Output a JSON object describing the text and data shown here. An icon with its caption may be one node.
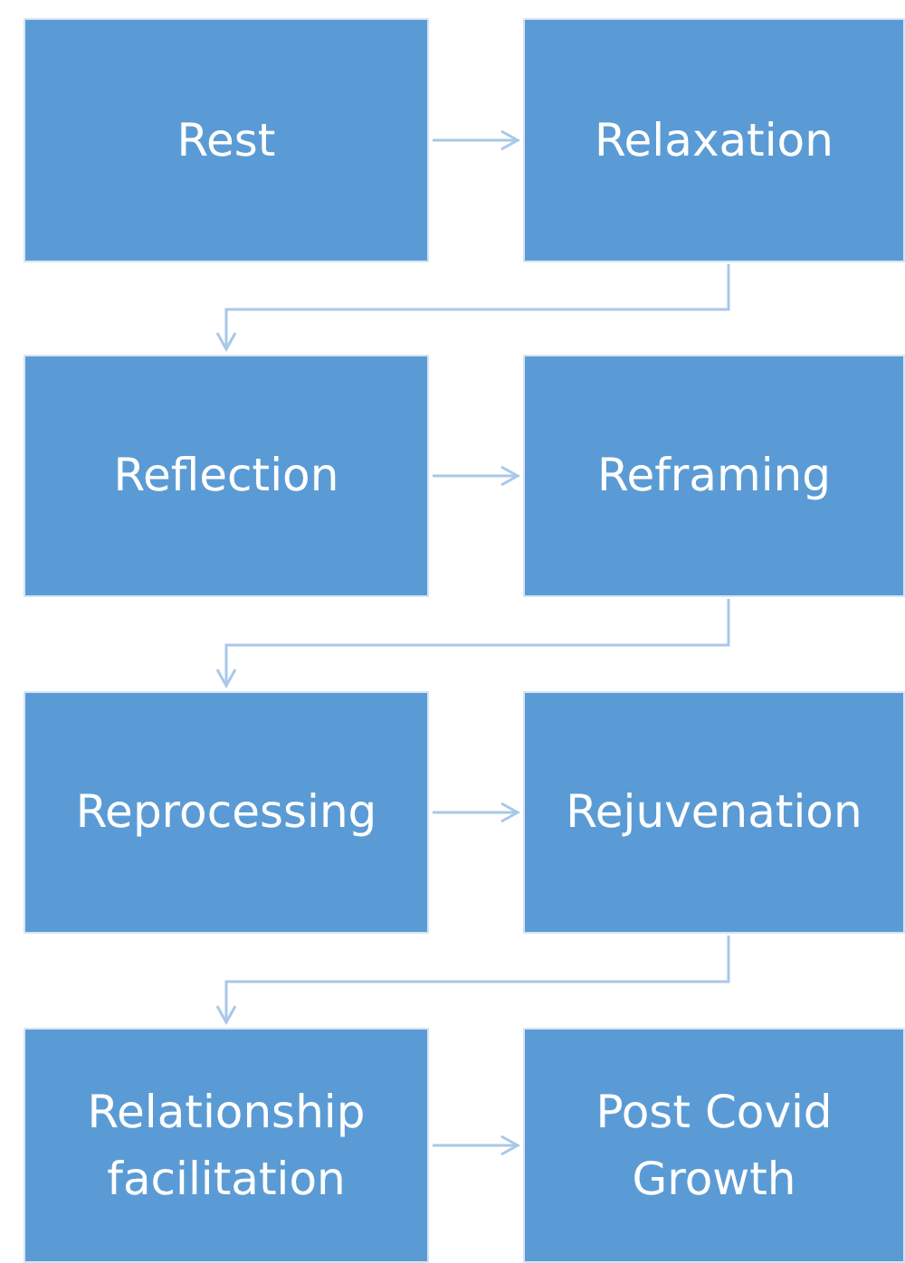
{
  "diagram": {
    "nodes": [
      {
        "text": [
          "Rest"
        ]
      },
      {
        "text": [
          "Relaxation"
        ]
      },
      {
        "text": [
          "Reflection"
        ]
      },
      {
        "text": [
          "Reframing"
        ]
      },
      {
        "text": [
          "Reprocessing"
        ]
      },
      {
        "text": [
          "Rejuvenation"
        ]
      },
      {
        "text": [
          "Relationship facilitation"
        ]
      },
      {
        "text": [
          "Post Covid Growth"
        ]
      }
    ],
    "edges": [
      {
        "from": 0,
        "to": 1,
        "arrow": "to"
      },
      {
        "from": 1,
        "to": 2,
        "arrow": "to"
      },
      {
        "from": 2,
        "to": 3,
        "arrow": "to"
      },
      {
        "from": 3,
        "to": 4,
        "arrow": "to"
      },
      {
        "from": 4,
        "to": 5,
        "arrow": "to"
      },
      {
        "from": 5,
        "to": 6,
        "arrow": "to"
      },
      {
        "from": 6,
        "to": 7,
        "arrow": "to"
      }
    ]
  }
}
